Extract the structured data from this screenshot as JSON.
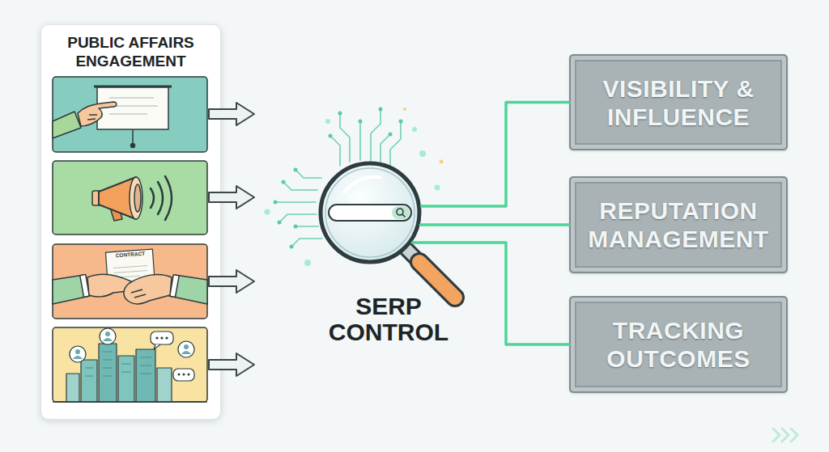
{
  "diagram": {
    "nodes": [
      {
        "text": [
          "PUBLIC AFFAIRS ENGAGEMENT"
        ]
      },
      {
        "text": [
          "SERP CONTROL"
        ]
      },
      {
        "text": [
          "VISIBILITY & INFLUENCE"
        ]
      },
      {
        "text": [
          "REPUTATION MANAGEMENT"
        ]
      },
      {
        "text": [
          "TRACKING OUTCOMES"
        ]
      }
    ],
    "edges": [
      {
        "from": 1,
        "to": 2,
        "arrow": "none"
      },
      {
        "from": 1,
        "to": 3,
        "arrow": "none"
      },
      {
        "from": 1,
        "to": 4,
        "arrow": "none"
      }
    ],
    "labels": [
      "CONTRACT"
    ]
  }
}
